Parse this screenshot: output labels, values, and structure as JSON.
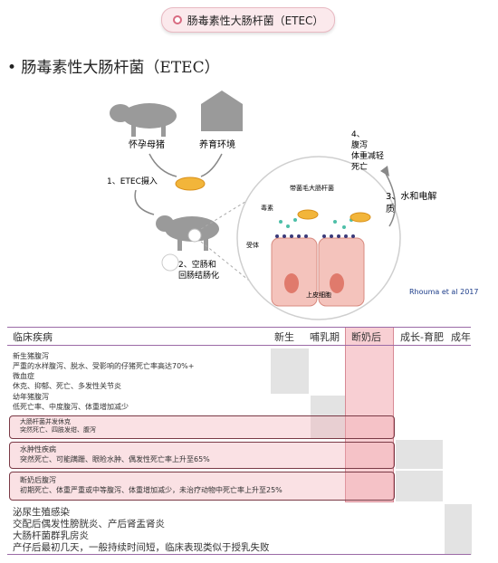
{
  "slide_title": "肠毒素性大肠杆菌（ETEC）",
  "heading": "• 肠毒素性大肠杆菌（ETEC）",
  "figure": {
    "label_sow": "怀孕母猪",
    "label_env": "养育环境",
    "step1": "1、ETEC摄入",
    "step2_line1": "2、空肠和",
    "step2_line2": "回肠结肠化",
    "step3_line1": "3、水和电解",
    "step3_line2": "质",
    "step4_line1": "4、",
    "step4_line2": "腹泻",
    "step4_line3": "体重减轻",
    "step4_line4": "死亡",
    "toxin": "毒素",
    "fimbriae": "带菌毛大肠杆菌",
    "receptor": "受体",
    "epithelium": "上皮细胞",
    "citation": "Rhouma et al 2017"
  },
  "table": {
    "columns": [
      "临床疾病",
      "新生",
      "哺乳期",
      "断奶后",
      "成长-育肥",
      "成年"
    ],
    "rows": [
      {
        "lines": [
          "新生猪腹泻",
          "严重的水样腹泻、脱水、受影响的仔猪死亡率高达70%+",
          "微血症",
          "休克、抑郁、死亡、多发性关节炎"
        ]
      },
      {
        "lines": [
          "幼年猪腹泻",
          "低死亡率、中度腹泻、体重增加减少"
        ]
      },
      {
        "lines": [
          "大肠杆菌并发休克",
          "突然死亡、四肢发绀、腹泻"
        ]
      },
      {
        "lines": [
          "水肿性疾病",
          "突然死亡、可能蹒跚、眼睑水肿、偶发性死亡率上升至65%"
        ]
      },
      {
        "lines": [
          "断奶后腹泻",
          "初期死亡、体重严重或中等腹泻、体重增加减少，未治疗动物中死亡率上升至25%"
        ]
      },
      {
        "lines": [
          "泌尿生殖感染",
          "交配后偶发性膀胱炎、产后肾盂肾炎",
          "大肠杆菌群乳房炎",
          "产仔后最初几天，一般持续时间短，临床表现类似于授乳失败"
        ]
      }
    ]
  }
}
